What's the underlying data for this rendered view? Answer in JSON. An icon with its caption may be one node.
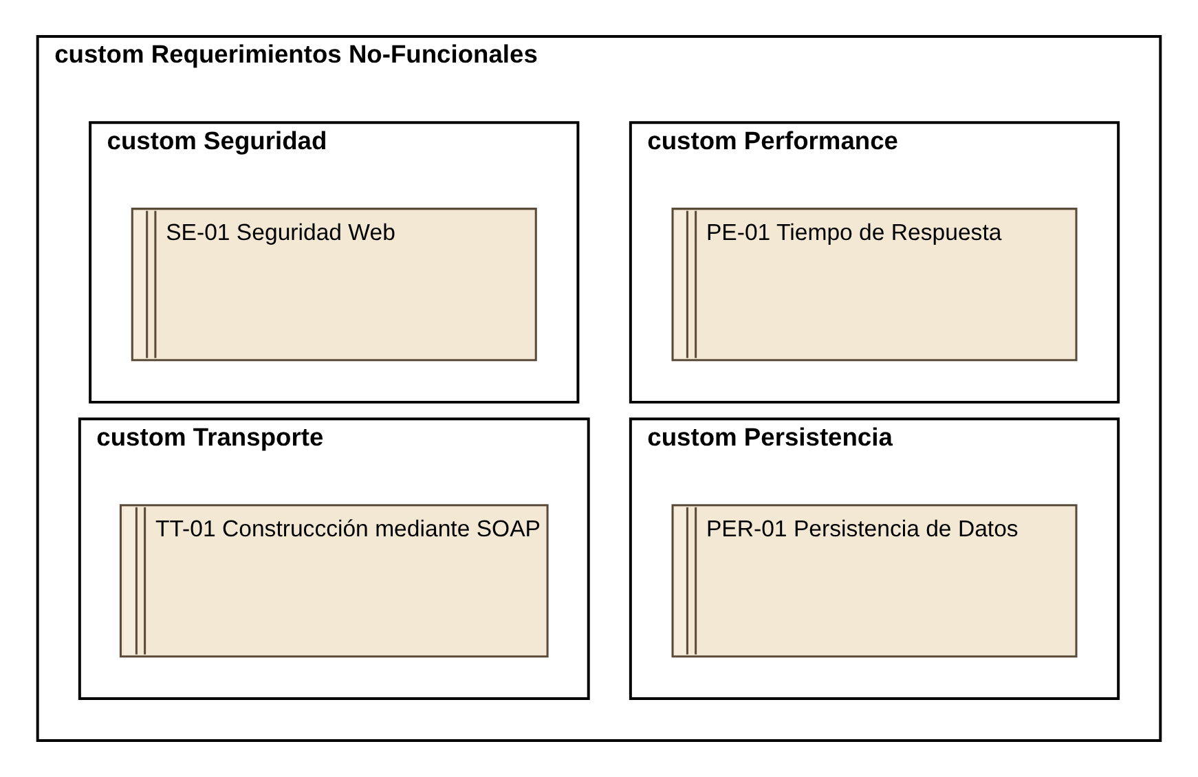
{
  "diagram": {
    "nodes": [
      {
        "text": [
          "custom Requerimientos No-Funcionales"
        ]
      },
      {
        "text": [
          "custom Performance"
        ],
        "in": 0
      },
      {
        "text": [
          "PE-01 Tiempo de Respuesta"
        ],
        "in": 1
      },
      {
        "text": [
          "custom Seguridad"
        ],
        "in": 0
      },
      {
        "text": [
          "SE-01 Seguridad Web"
        ],
        "in": 3
      },
      {
        "text": [
          "custom Persistencia"
        ],
        "in": 0
      },
      {
        "text": [
          "PER-01 Persistencia de Datos"
        ],
        "in": 5
      },
      {
        "text": [
          "custom Transporte"
        ],
        "in": 0
      },
      {
        "text": [
          "TT-01 Construccción mediante SOAP"
        ],
        "in": 7
      }
    ]
  }
}
